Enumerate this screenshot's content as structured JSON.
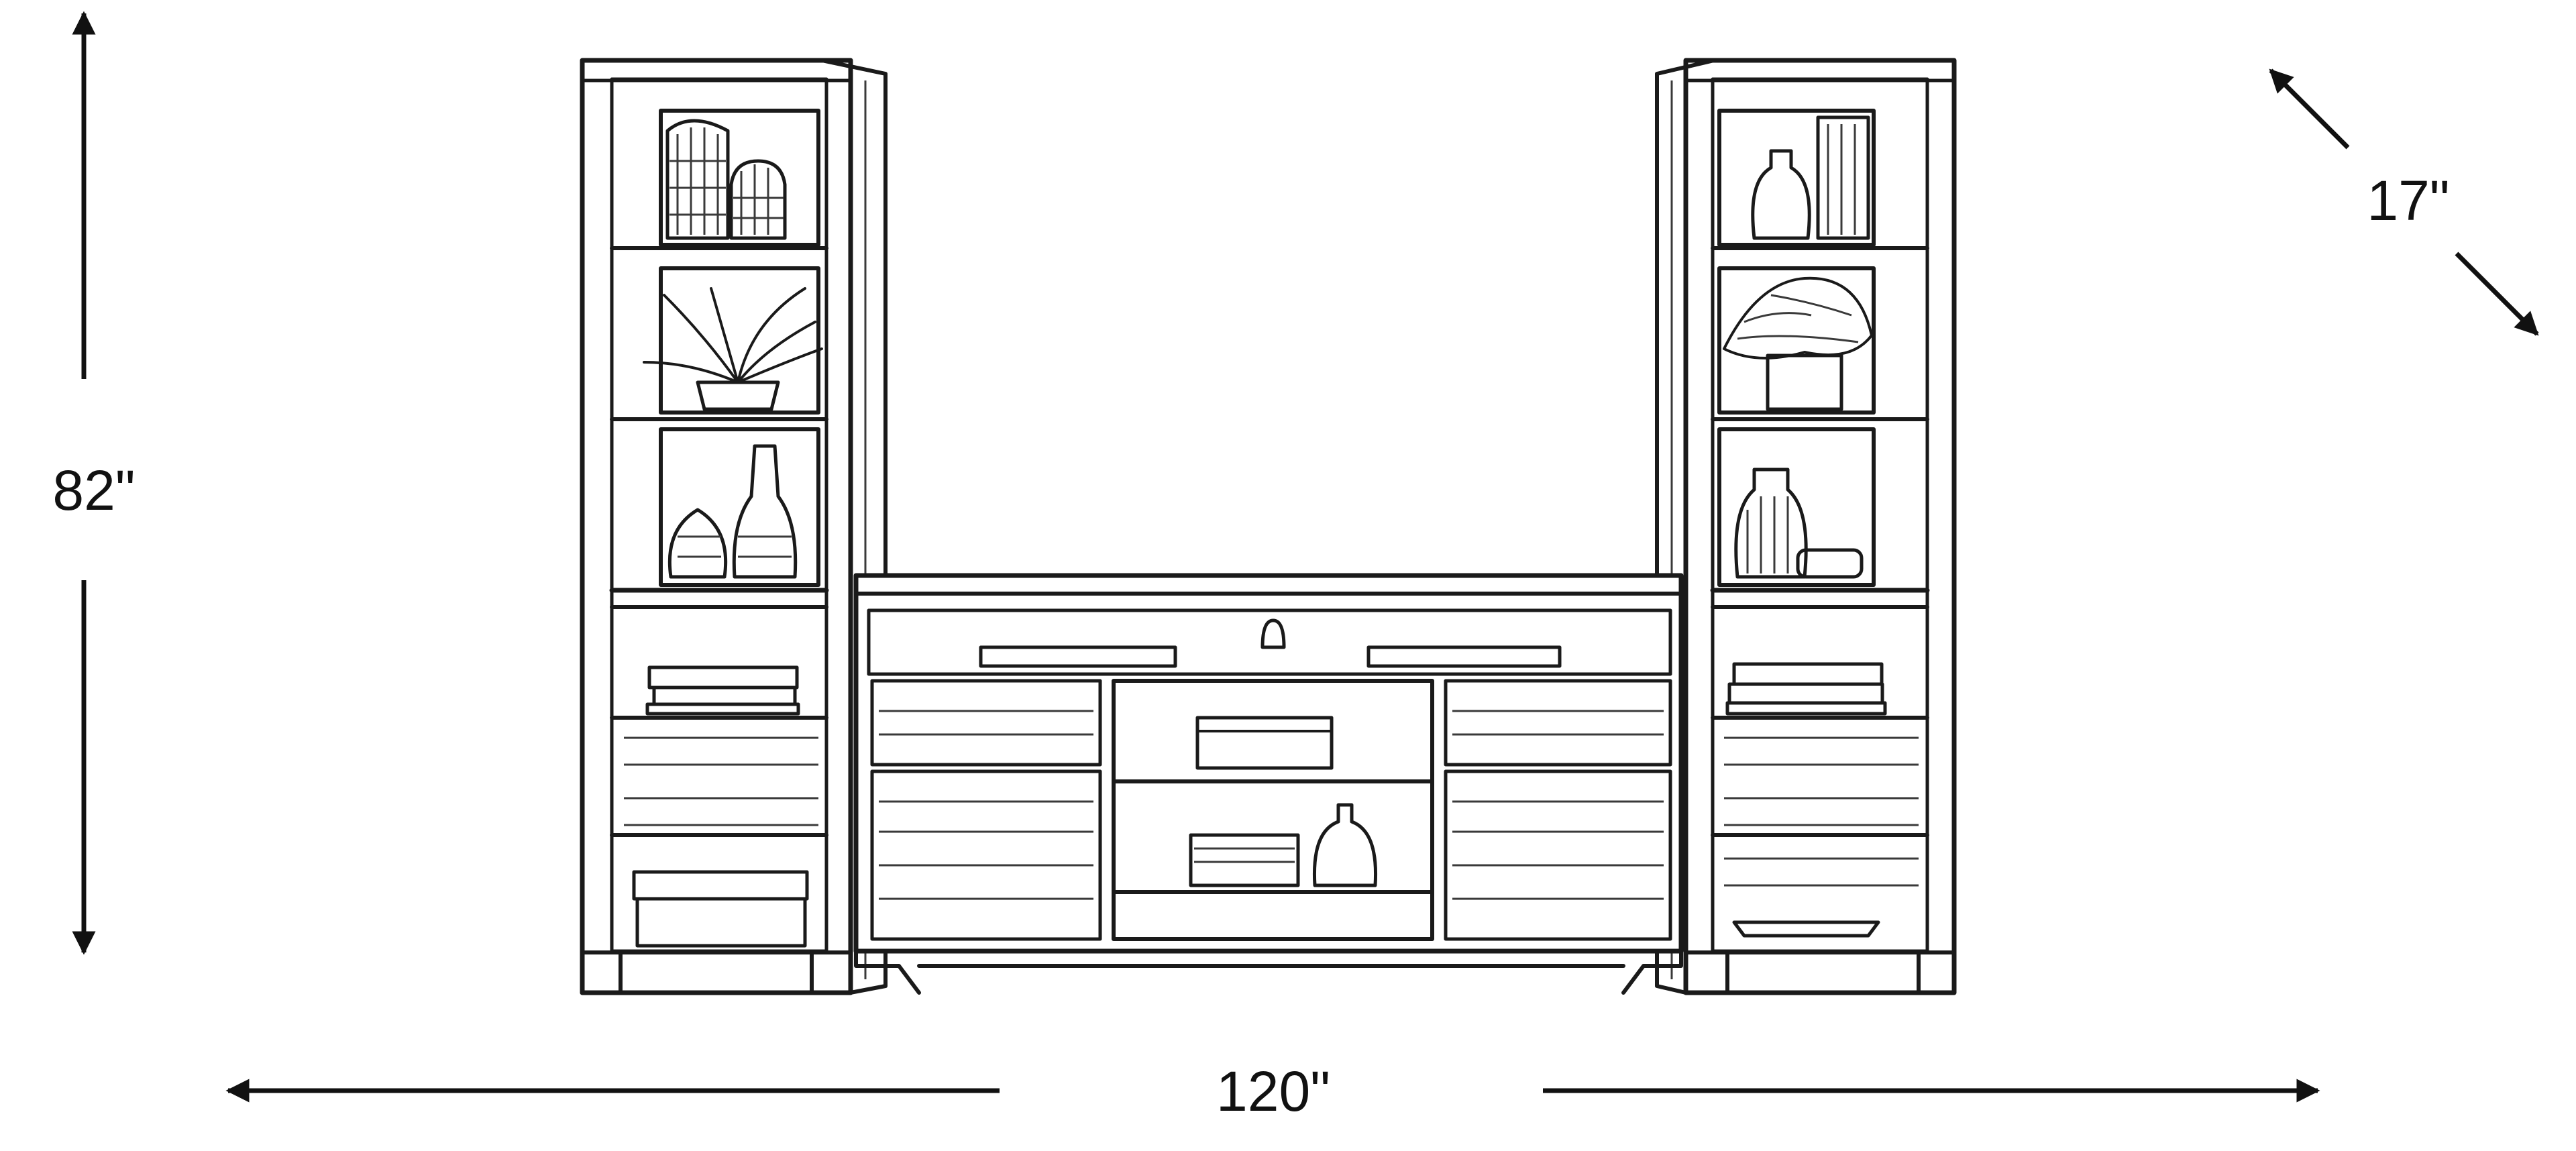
{
  "dimensions": {
    "height": "82\"",
    "width": "120\"",
    "depth": "17\""
  },
  "colors": {
    "ink": "#1a1a1a",
    "background": "#ffffff"
  }
}
